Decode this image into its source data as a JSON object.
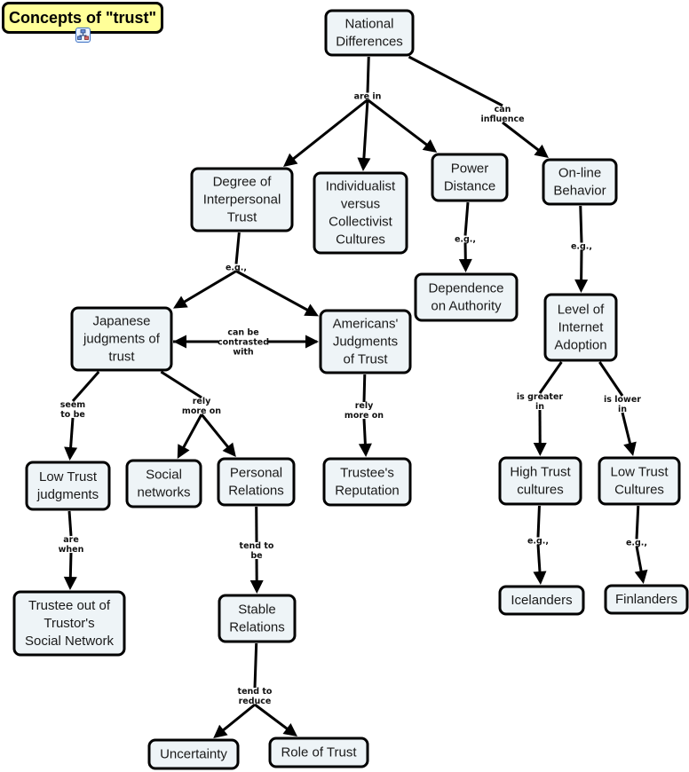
{
  "title": "Concepts of \"trust\"",
  "nested_map_icon": "nested-map-icon",
  "concepts": [
    {
      "id": "national",
      "lines": [
        "National",
        "Differences"
      ]
    },
    {
      "id": "degree",
      "lines": [
        "Degree of",
        "Interpersonal",
        "Trust"
      ]
    },
    {
      "id": "indiv",
      "lines": [
        "Individualist",
        "versus",
        "Collectivist",
        "Cultures"
      ]
    },
    {
      "id": "power",
      "lines": [
        "Power",
        "Distance"
      ]
    },
    {
      "id": "online",
      "lines": [
        "On-line",
        "Behavior"
      ]
    },
    {
      "id": "dependence",
      "lines": [
        "Dependence",
        "on Authority"
      ]
    },
    {
      "id": "japanese",
      "lines": [
        "Japanese",
        "judgments of",
        "trust"
      ]
    },
    {
      "id": "americans",
      "lines": [
        "Americans'",
        "Judgments",
        "of Trust"
      ]
    },
    {
      "id": "internet",
      "lines": [
        "Level of",
        "Internet",
        "Adoption"
      ]
    },
    {
      "id": "lowtrust",
      "lines": [
        "Low Trust",
        "judgments"
      ]
    },
    {
      "id": "social",
      "lines": [
        "Social",
        "networks"
      ]
    },
    {
      "id": "personal",
      "lines": [
        "Personal",
        "Relations"
      ]
    },
    {
      "id": "reputation",
      "lines": [
        "Trustee's",
        "Reputation"
      ]
    },
    {
      "id": "hightrustc",
      "lines": [
        "High Trust",
        "cultures"
      ]
    },
    {
      "id": "lowtrustc",
      "lines": [
        "Low Trust",
        "Cultures"
      ]
    },
    {
      "id": "trusteeout",
      "lines": [
        "Trustee out of",
        "Trustor's",
        "Social Network"
      ]
    },
    {
      "id": "stable",
      "lines": [
        "Stable",
        "Relations"
      ]
    },
    {
      "id": "icelanders",
      "lines": [
        "Icelanders"
      ]
    },
    {
      "id": "finlanders",
      "lines": [
        "Finlanders"
      ]
    },
    {
      "id": "uncertainty",
      "lines": [
        "Uncertainty"
      ]
    },
    {
      "id": "roletrust",
      "lines": [
        "Role of Trust"
      ]
    }
  ],
  "links": [
    {
      "id": "are-in",
      "lines": [
        "are in"
      ],
      "from": [
        "national"
      ],
      "to": [
        "degree",
        "indiv",
        "power"
      ]
    },
    {
      "id": "can-influence",
      "lines": [
        "can",
        "influence"
      ],
      "from": [
        "national"
      ],
      "to": [
        "online"
      ]
    },
    {
      "id": "eg-degree",
      "lines": [
        "e.g.,"
      ],
      "from": [
        "degree"
      ],
      "to": [
        "japanese",
        "americans"
      ]
    },
    {
      "id": "eg-power",
      "lines": [
        "e.g.,"
      ],
      "from": [
        "power"
      ],
      "to": [
        "dependence"
      ]
    },
    {
      "id": "eg-online",
      "lines": [
        "e.g.,"
      ],
      "from": [
        "online"
      ],
      "to": [
        "internet"
      ]
    },
    {
      "id": "contrasted",
      "lines": [
        "can be",
        "contrasted",
        "with"
      ],
      "from": [
        "japanese"
      ],
      "to": [
        "americans"
      ],
      "bidirectional": true
    },
    {
      "id": "seem-to-be",
      "lines": [
        "seem",
        "to be"
      ],
      "from": [
        "japanese"
      ],
      "to": [
        "lowtrust"
      ]
    },
    {
      "id": "rely-jp",
      "lines": [
        "rely",
        "more on"
      ],
      "from": [
        "japanese"
      ],
      "to": [
        "social",
        "personal"
      ]
    },
    {
      "id": "rely-us",
      "lines": [
        "rely",
        "more on"
      ],
      "from": [
        "americans"
      ],
      "to": [
        "reputation"
      ]
    },
    {
      "id": "greater-in",
      "lines": [
        "is greater",
        "in"
      ],
      "from": [
        "internet"
      ],
      "to": [
        "hightrustc"
      ]
    },
    {
      "id": "lower-in",
      "lines": [
        "is lower",
        "in"
      ],
      "from": [
        "internet"
      ],
      "to": [
        "lowtrustc"
      ]
    },
    {
      "id": "are-when",
      "lines": [
        "are",
        "when"
      ],
      "from": [
        "lowtrust"
      ],
      "to": [
        "trusteeout"
      ]
    },
    {
      "id": "tend-to-be",
      "lines": [
        "tend to",
        "be"
      ],
      "from": [
        "personal"
      ],
      "to": [
        "stable"
      ]
    },
    {
      "id": "eg-high",
      "lines": [
        "e.g.,"
      ],
      "from": [
        "hightrustc"
      ],
      "to": [
        "icelanders"
      ]
    },
    {
      "id": "eg-low",
      "lines": [
        "e.g.,"
      ],
      "from": [
        "lowtrustc"
      ],
      "to": [
        "finlanders"
      ]
    },
    {
      "id": "tend-to-reduce",
      "lines": [
        "tend to",
        "reduce"
      ],
      "from": [
        "stable"
      ],
      "to": [
        "uncertainty",
        "roletrust"
      ]
    }
  ]
}
